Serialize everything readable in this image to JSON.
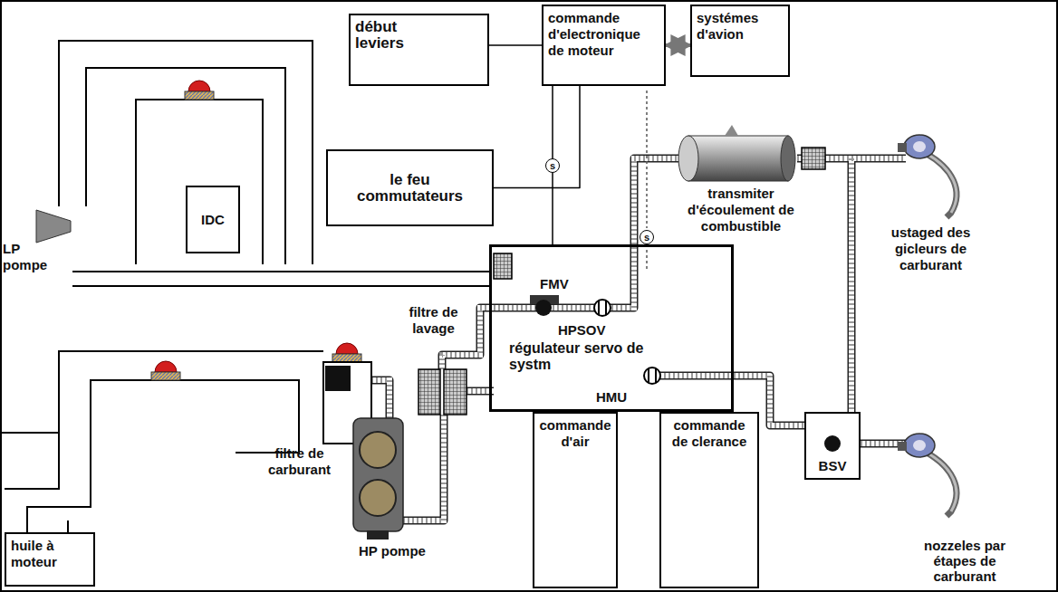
{
  "diagram": {
    "nodes": [
      {
        "text": [
          "commande d'electronique de moteur"
        ]
      },
      {
        "text": [
          "systémes d'avion"
        ]
      },
      {
        "text": [
          "début leviers"
        ]
      },
      {
        "text": [
          "le feu commutateurs"
        ]
      },
      {
        "text": [
          "IDC"
        ]
      },
      {
        "text": [
          "HMU"
        ]
      },
      {
        "text": [
          "BSV"
        ]
      },
      {
        "text": [
          "huile à moteur"
        ]
      },
      {
        "text": [
          "commande d'air"
        ]
      },
      {
        "text": [
          "commande de clerance"
        ]
      }
    ],
    "edges": [
      {
        "from": 0,
        "to": 1,
        "arrow": "both"
      },
      {
        "from": 2,
        "to": 0,
        "arrow": "none"
      },
      {
        "from": 3,
        "to": 0,
        "arrow": "none"
      },
      {
        "from": 0,
        "to": 5,
        "arrow": "none",
        "label": "s"
      },
      {
        "from": 5,
        "to": 6,
        "arrow": "none"
      }
    ],
    "labels": [
      "LP pompe",
      "filtre de lavage",
      "FMV",
      "HPSOV",
      "régulateur servo de systm",
      "filtre de carburant",
      "HP pompe",
      "transmiter d'écoulement de combustible",
      "ustaged des gicleurs de carburant",
      "nozzeles par étapes de carburant",
      "s"
    ]
  }
}
